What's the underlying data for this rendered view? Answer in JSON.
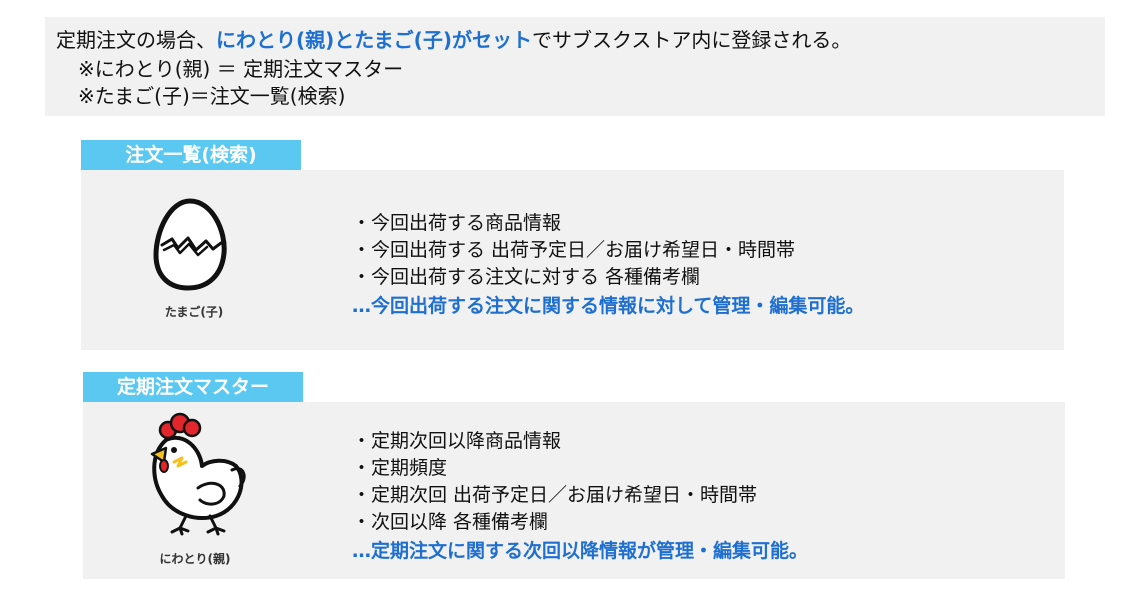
{
  "intro": {
    "line1_pre": "定期注文の場合、",
    "line1_highlight": "にわとり(親)とたまご(子)がセット",
    "line1_post": "でサブスクストア内に登録される。",
    "line2": "※にわとり(親) ＝ 定期注文マスター",
    "line3": "※たまご(子)＝注文一覧(検索)"
  },
  "section_order_list": {
    "tab": "注文一覧(検索)",
    "caption": "たまご(子)",
    "bullets": [
      "・今回出荷する商品情報",
      "・今回出荷する 出荷予定日／お届け希望日・時間帯",
      "・今回出荷する注文に対する 各種備考欄"
    ],
    "summary": "…今回出荷する注文に関する情報に対して管理・編集可能。"
  },
  "section_master": {
    "tab": "定期注文マスター",
    "caption": "にわとり(親)",
    "bullets": [
      "・定期次回以降商品情報",
      "・定期頻度",
      "・定期次回 出荷予定日／お届け希望日・時間帯",
      "・次回以降 各種備考欄"
    ],
    "summary": "…定期注文に関する次回以降情報が管理・編集可能。"
  },
  "colors": {
    "tab_bg": "#5bc8f2",
    "highlight": "#1f6fd1",
    "panel_bg": "#f1f1f1",
    "hen_comb": "#e3262b",
    "hen_beak": "#f5c11f"
  },
  "icons": {
    "egg": "cracked-egg-icon",
    "hen": "chicken-icon"
  }
}
